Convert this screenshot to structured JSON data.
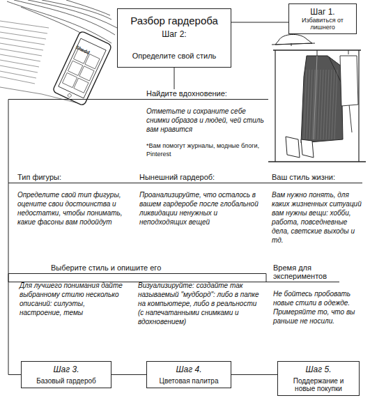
{
  "diagram": {
    "nodes": [
      {
        "text": [
          "Разбор гардероба",
          "Шаг 2:",
          "Определите свой стиль"
        ]
      },
      {
        "text": [
          "Шаг 1.",
          "Избавиться от лишнего"
        ]
      },
      {
        "text": [
          "Найдите вдохновение:",
          "Отметьте и сохраните себе снимки образов и людей, чей стиль вам нравится",
          "*Вам помогут журналы, модные блоги, Pinterest"
        ]
      },
      {
        "text": [
          "Тип фигуры:",
          "Определите свой тип фигуры, оцените свои достоинства и недостатки, чтобы понимать, какие фасоны вам подойдут"
        ]
      },
      {
        "text": [
          "Нынешний гардероб:",
          "Проанализируйте, что осталось в вашем гардеробе после глобальной ликвидации ненужных и неподходящих вещей"
        ]
      },
      {
        "text": [
          "Ваш стиль жизни:",
          "Вам нужно понять, для каких жизненных ситуаций вам нужны вещи: хобби, работа, повседневные дела, светские выходы и тд."
        ]
      },
      {
        "text": [
          "Выберите стиль и опишите его",
          "Для лучшего понимания дайте выбранному стилю несколько описаний: силуэты, настроение, темы",
          "Визуализируйте: создайте так называемый \"мудборд\": либо в папке на компьютере, либо в реальности (с напечатанными снимками и вдохновением)"
        ]
      },
      {
        "text": [
          "Время для экспериментов",
          "Не бойтесь пробовать новые стили в одежде. Примеряйте то, что вы раньше не носили."
        ]
      },
      {
        "text": [
          "Шаг 3.",
          "Базовый гардероб"
        ]
      },
      {
        "text": [
          "Шаг 4.",
          "Цветовая палитра"
        ]
      },
      {
        "text": [
          "Шаг 5.",
          "Поддержание и новые покупки"
        ]
      }
    ],
    "edges": [
      {
        "from": 0,
        "to": 1,
        "arrow": "none"
      },
      {
        "from": 0,
        "to": 2,
        "arrow": "none"
      },
      {
        "from": 2,
        "to": 3,
        "arrow": "none"
      },
      {
        "from": 3,
        "to": 4,
        "arrow": "none"
      },
      {
        "from": 4,
        "to": 5,
        "arrow": "none"
      },
      {
        "from": 5,
        "to": 7,
        "arrow": "none"
      },
      {
        "from": 7,
        "to": 6,
        "arrow": "none"
      },
      {
        "from": 6,
        "to": 8,
        "arrow": "none"
      },
      {
        "from": 8,
        "to": 9,
        "arrow": "none"
      },
      {
        "from": 9,
        "to": 10,
        "arrow": "none"
      }
    ],
    "labels": [
      "Shedd"
    ]
  }
}
